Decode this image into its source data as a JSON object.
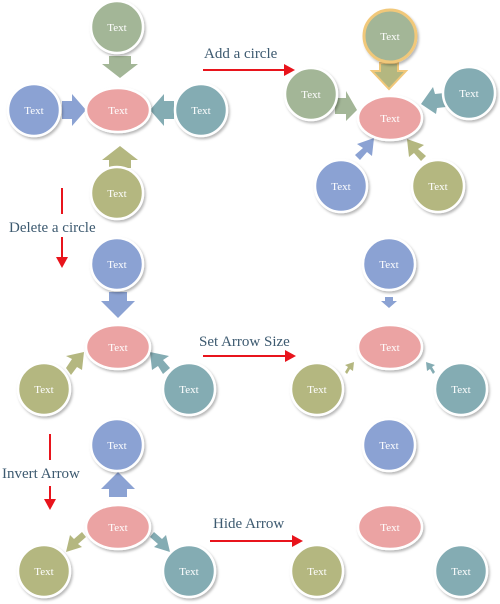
{
  "node_text": "Text",
  "colors": {
    "green": "#a3b697",
    "blue": "#8ba2d3",
    "teal": "#84acb3",
    "olive": "#b4b780",
    "pink": "#eba3a3",
    "red_arrow": "#e8141c",
    "highlight": "#f1c87a",
    "label": "#3d5a70"
  },
  "labels": {
    "add": "Add a circle",
    "delete": "Delete a circle",
    "size": "Set Arrow Size",
    "invert": "Invert Arrow",
    "hide": "Hide Arrow"
  },
  "diagrams": [
    {
      "id": "original",
      "circles": 5,
      "arrows": "normal"
    },
    {
      "id": "added",
      "circles": 6,
      "arrows": "normal",
      "highlighted": "top"
    },
    {
      "id": "deleted",
      "circles": 4,
      "arrows": "normal"
    },
    {
      "id": "small-arrows",
      "circles": 4,
      "arrows": "small"
    },
    {
      "id": "inverted",
      "circles": 4,
      "arrows": "inverted"
    },
    {
      "id": "hidden",
      "circles": 4,
      "arrows": "hidden"
    }
  ]
}
